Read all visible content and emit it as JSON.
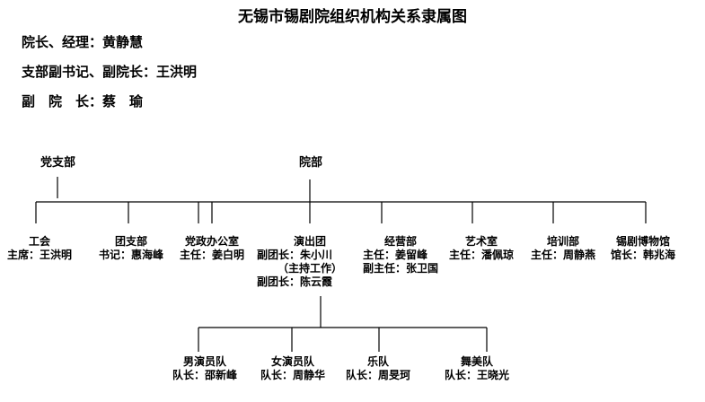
{
  "title": "无锡市锡剧院组织机构关系隶属图",
  "leadership": [
    {
      "role": "院长、经理：",
      "name": "黄静慧"
    },
    {
      "role": "支部副书记、副院长：",
      "name": "王洪明"
    },
    {
      "role": "副　院　长：",
      "name": "蔡　瑜"
    }
  ],
  "party_branch": {
    "label": "党支部"
  },
  "academy": {
    "label": "院部"
  },
  "departments": [
    {
      "name": "工会",
      "people": [
        "主席：王洪明"
      ]
    },
    {
      "name": "团支部",
      "people": [
        "书记：惠海峰"
      ]
    },
    {
      "name": "党政办公室",
      "people": [
        "主任：姜白明"
      ]
    },
    {
      "name": "演出团",
      "people": [
        "副团长：朱小川",
        "（主持工作）",
        "副团长：陈云霞"
      ]
    },
    {
      "name": "经营部",
      "people": [
        "主任：姜留峰",
        "副主任：张卫国"
      ]
    },
    {
      "name": "艺术室",
      "people": [
        "主任：潘佩琼"
      ]
    },
    {
      "name": "培训部",
      "people": [
        "主任：周静燕"
      ]
    },
    {
      "name": "锡剧博物馆",
      "people": [
        "馆长：韩兆海"
      ]
    }
  ],
  "troupe_units": [
    {
      "name": "男演员队",
      "people": [
        "队长：邵新峰"
      ]
    },
    {
      "name": "女演员队",
      "people": [
        "队长：周静华"
      ]
    },
    {
      "name": "乐队",
      "people": [
        "队长：周旻珂"
      ]
    },
    {
      "name": "舞美队",
      "people": [
        "队长：王晓光"
      ]
    }
  ]
}
